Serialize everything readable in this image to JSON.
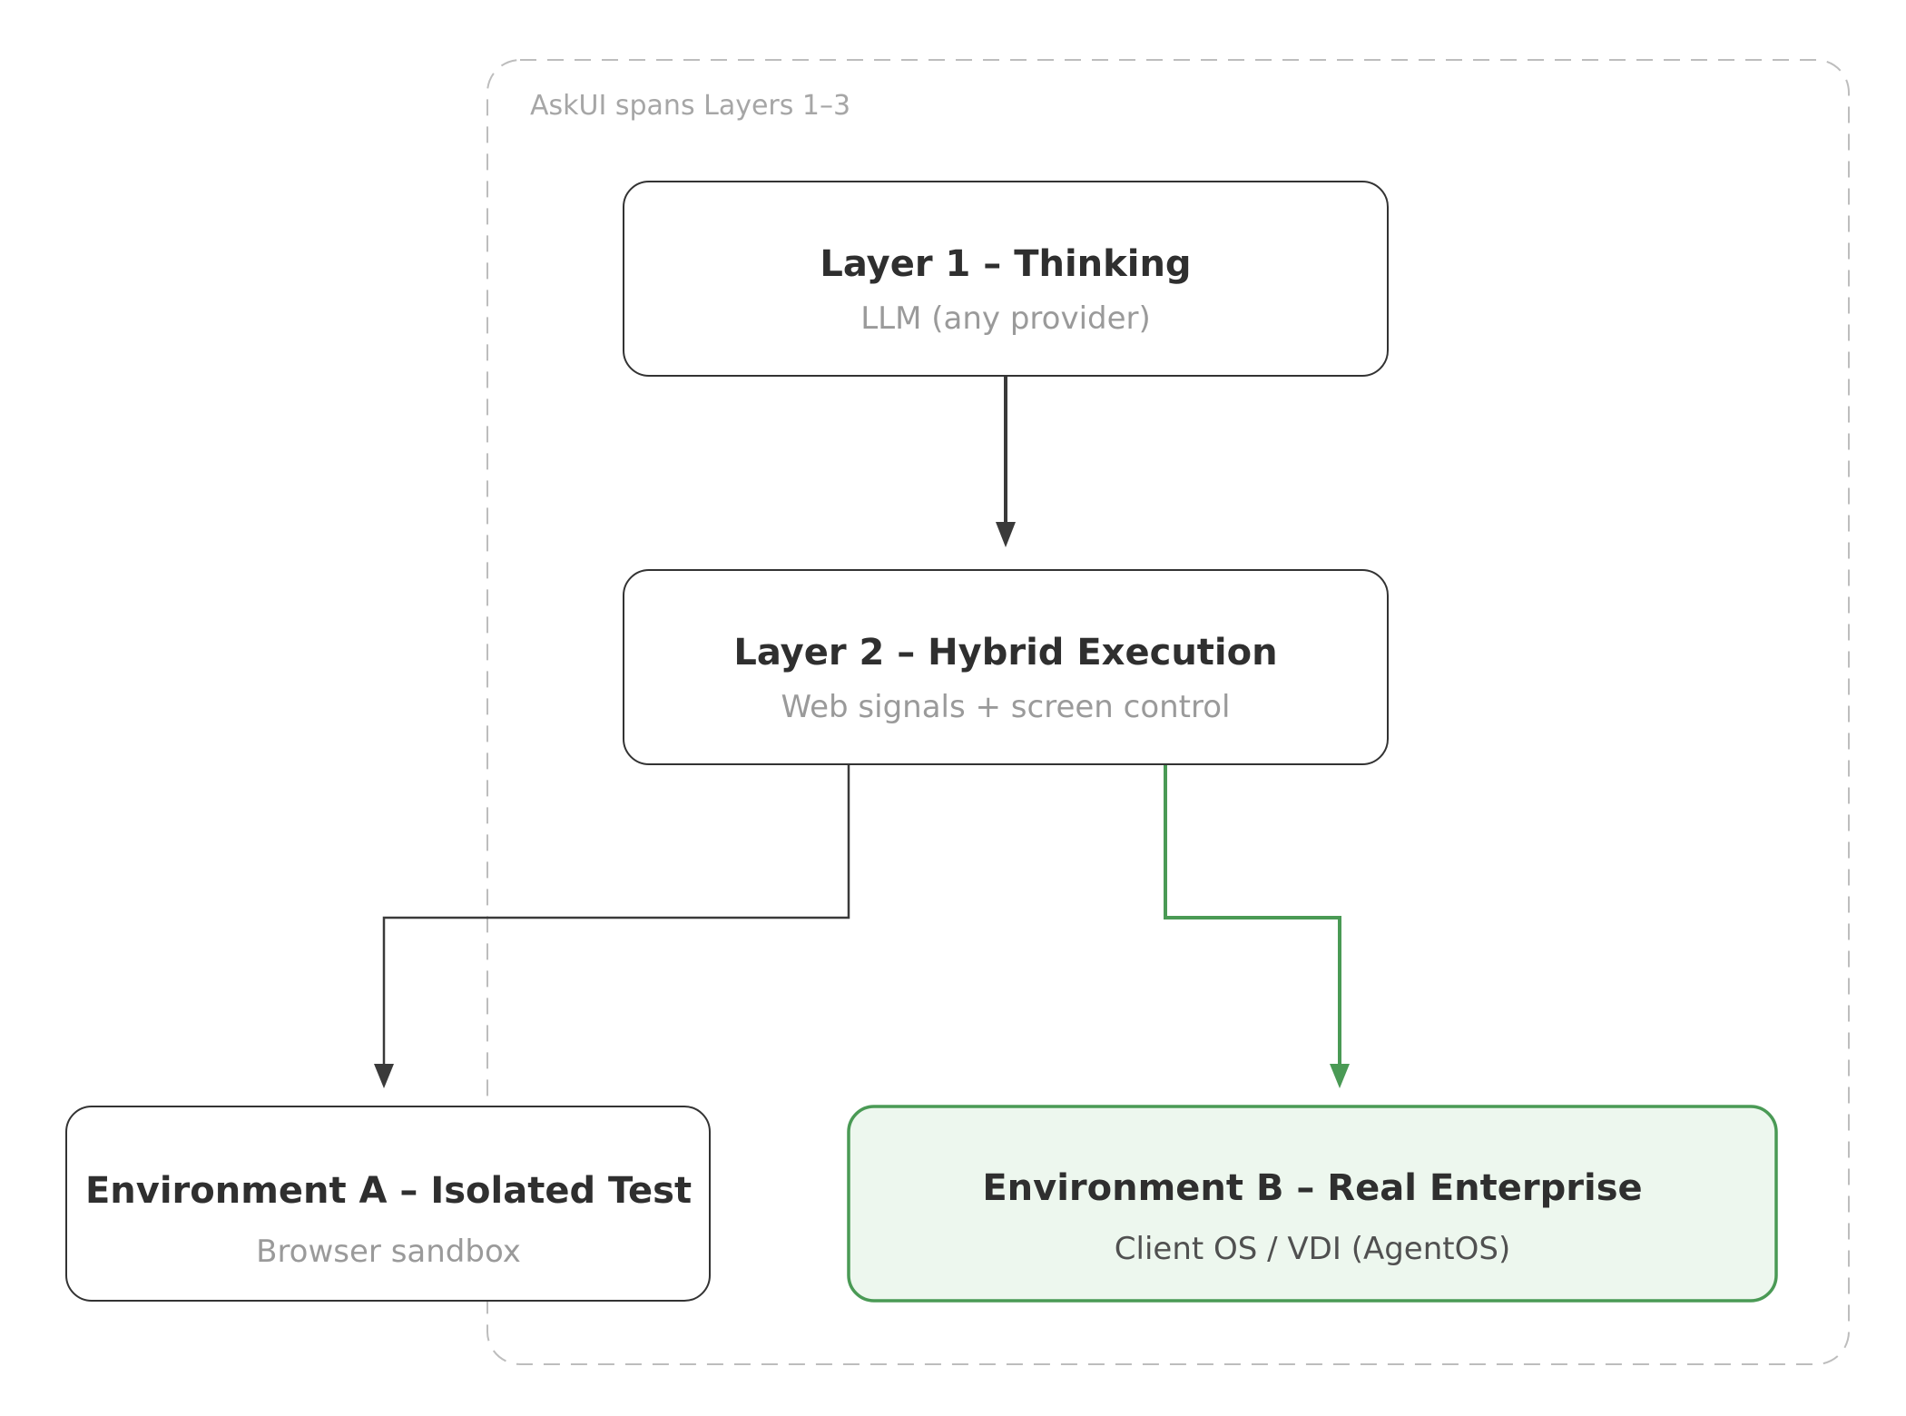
{
  "group": {
    "label": "AskUI spans Layers 1–3"
  },
  "nodes": {
    "layer1": {
      "title": "Layer 1 – Thinking",
      "subtitle": "LLM (any provider)"
    },
    "layer2": {
      "title": "Layer 2 – Hybrid Execution",
      "subtitle": "Web signals + screen control"
    },
    "env_a": {
      "title": "Environment A – Isolated Test",
      "subtitle": "Browser sandbox"
    },
    "env_b": {
      "title": "Environment B – Real Enterprise",
      "subtitle": "Client OS / VDI (AgentOS)"
    }
  },
  "colors": {
    "border": "#333333",
    "arrow": "#3a3a3a",
    "accent": "#4a9a55",
    "accent_fill": "#edf7ee",
    "group_border": "#bdbdbd"
  }
}
